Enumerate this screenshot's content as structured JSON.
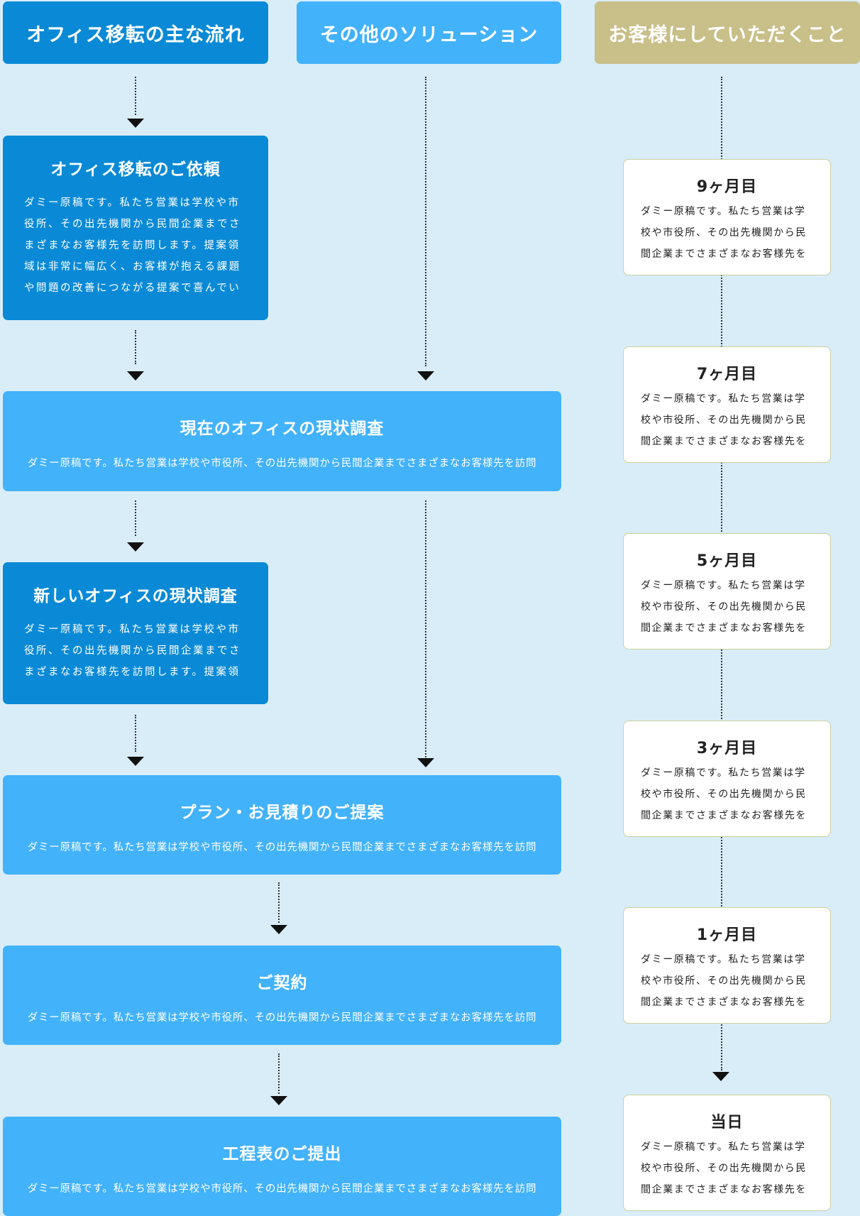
{
  "headers": {
    "main_flow": "オフィス移転の主な流れ",
    "other_solutions": "その他のソリューション",
    "customer_tasks": "お客様にしていただくこと"
  },
  "colors": {
    "background": "#d9edf8",
    "main_box": "#0a8ad6",
    "sub_box": "#42b2fb",
    "customer_header": "#c8bf89",
    "arrow": "#111111"
  },
  "steps": [
    {
      "title": "オフィス移転のご依頼",
      "desc": "ダミー原稿です。私たち営業は学校や市役所、その出先機関から民間企業までさまざまなお客様先を訪問します。提案領域は非常に幅広く、お客様が抱える課題や問題の改善につながる提案で喜んでいただけた時に仕事の"
    },
    {
      "title": "現在のオフィスの現状調査",
      "desc": "ダミー原稿です。私たち営業は学校や市役所、その出先機関から民間企業までさまざまなお客様先を訪問"
    },
    {
      "title": "新しいオフィスの現状調査",
      "desc": "ダミー原稿です。私たち営業は学校や市役所、その出先機関から民間企業までさまざまなお客様先を訪問します。提案領域は非常に"
    },
    {
      "title": "プラン・お見積りのご提案",
      "desc": "ダミー原稿です。私たち営業は学校や市役所、その出先機関から民間企業までさまざまなお客様先を訪問"
    },
    {
      "title": "ご契約",
      "desc": "ダミー原稿です。私たち営業は学校や市役所、その出先機関から民間企業までさまざまなお客様先を訪問"
    },
    {
      "title": "工程表のご提出",
      "desc": "ダミー原稿です。私たち営業は学校や市役所、その出先機関から民間企業までさまざまなお客様先を訪問"
    }
  ],
  "timeline": [
    {
      "title": "9ヶ月目",
      "desc": "ダミー原稿です。私たち営業は学校や市役所、その出先機関から民間企業までさまざまなお客様先を"
    },
    {
      "title": "7ヶ月目",
      "desc": "ダミー原稿です。私たち営業は学校や市役所、その出先機関から民間企業までさまざまなお客様先を"
    },
    {
      "title": "5ヶ月目",
      "desc": "ダミー原稿です。私たち営業は学校や市役所、その出先機関から民間企業までさまざまなお客様先を"
    },
    {
      "title": "3ヶ月目",
      "desc": "ダミー原稿です。私たち営業は学校や市役所、その出先機関から民間企業までさまざまなお客様先を"
    },
    {
      "title": "1ヶ月目",
      "desc": "ダミー原稿です。私たち営業は学校や市役所、その出先機関から民間企業までさまざまなお客様先を"
    },
    {
      "title": "当日",
      "desc": "ダミー原稿です。私たち営業は学校や市役所、その出先機関から民間企業までさまざまなお客様先を"
    }
  ]
}
